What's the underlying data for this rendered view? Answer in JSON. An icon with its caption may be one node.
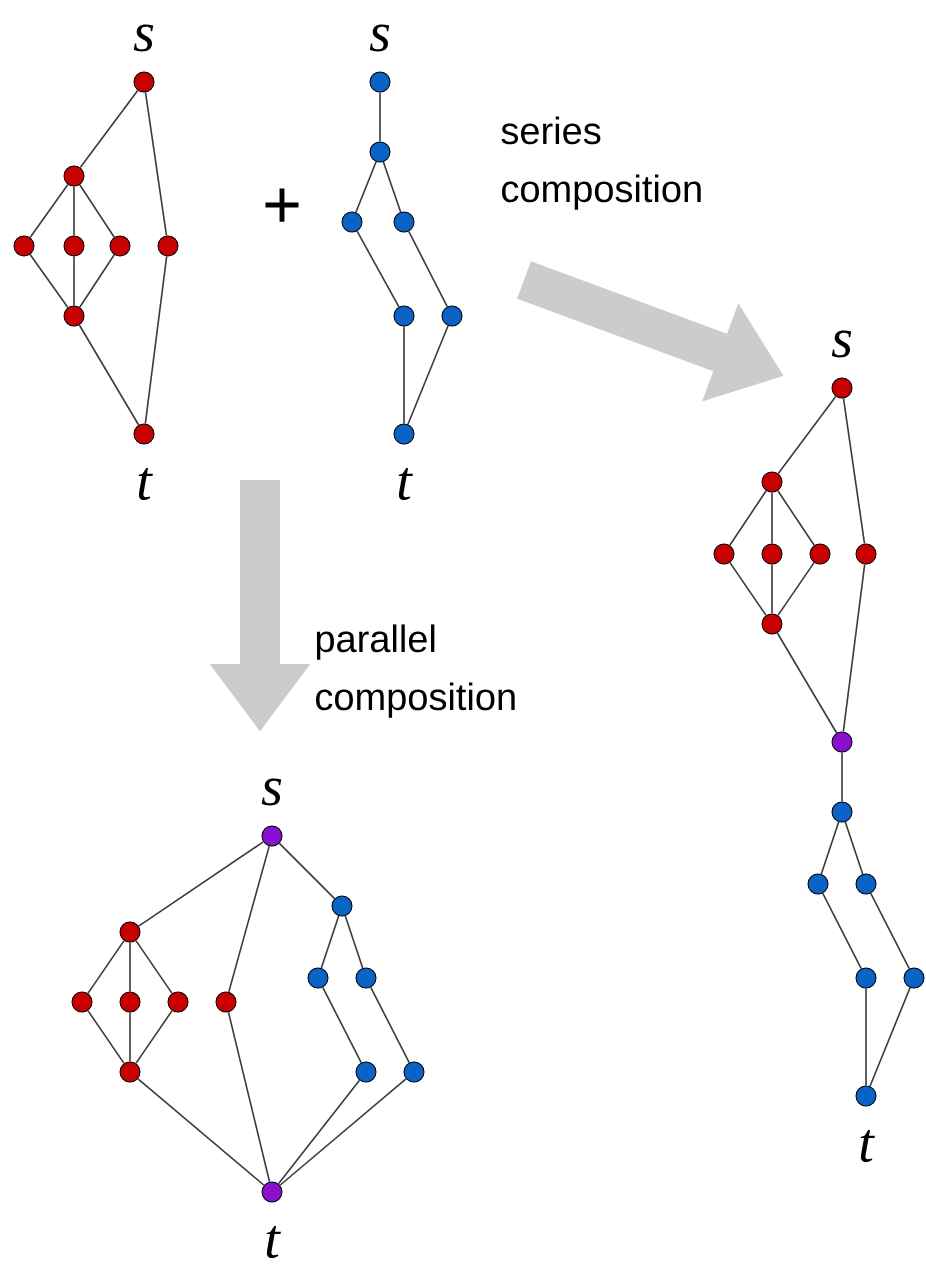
{
  "diagram": {
    "nodes": [
      {
        "text": [],
        "shape": "circle",
        "beside": [
          "s"
        ]
      },
      {
        "text": [],
        "shape": "circle"
      },
      {
        "text": [],
        "shape": "circle"
      },
      {
        "text": [],
        "shape": "circle"
      },
      {
        "text": [],
        "shape": "circle"
      },
      {
        "text": [],
        "shape": "circle"
      },
      {
        "text": [],
        "shape": "circle"
      },
      {
        "text": [],
        "shape": "circle",
        "beside": [
          "t"
        ]
      },
      {
        "text": [],
        "shape": "circle",
        "beside": [
          "s"
        ]
      },
      {
        "text": [],
        "shape": "circle"
      },
      {
        "text": [],
        "shape": "circle"
      },
      {
        "text": [],
        "shape": "circle"
      },
      {
        "text": [],
        "shape": "circle"
      },
      {
        "text": [],
        "shape": "circle"
      },
      {
        "text": [],
        "shape": "circle",
        "beside": [
          "t"
        ]
      },
      {
        "text": [],
        "shape": "circle",
        "beside": [
          "s"
        ]
      },
      {
        "text": [],
        "shape": "circle"
      },
      {
        "text": [],
        "shape": "circle"
      },
      {
        "text": [],
        "shape": "circle"
      },
      {
        "text": [],
        "shape": "circle"
      },
      {
        "text": [],
        "shape": "circle"
      },
      {
        "text": [],
        "shape": "circle"
      },
      {
        "text": [],
        "shape": "circle"
      },
      {
        "text": [],
        "shape": "circle"
      },
      {
        "text": [],
        "shape": "circle"
      },
      {
        "text": [],
        "shape": "circle"
      },
      {
        "text": [],
        "shape": "circle"
      },
      {
        "text": [],
        "shape": "circle"
      },
      {
        "text": [],
        "shape": "circle",
        "beside": [
          "t"
        ]
      },
      {
        "text": [],
        "shape": "circle",
        "beside": [
          "s"
        ]
      },
      {
        "text": [],
        "shape": "circle"
      },
      {
        "text": [],
        "shape": "circle"
      },
      {
        "text": [],
        "shape": "circle"
      },
      {
        "text": [],
        "shape": "circle"
      },
      {
        "text": [],
        "shape": "circle"
      },
      {
        "text": [],
        "shape": "circle"
      },
      {
        "text": [],
        "shape": "circle"
      },
      {
        "text": [],
        "shape": "circle"
      },
      {
        "text": [],
        "shape": "circle"
      },
      {
        "text": [],
        "shape": "circle"
      },
      {
        "text": [],
        "shape": "circle"
      },
      {
        "text": [],
        "shape": "circle",
        "beside": [
          "t"
        ]
      }
    ],
    "edges": [
      {
        "from": 0,
        "to": 1,
        "arrow": "none"
      },
      {
        "from": 0,
        "to": 6,
        "arrow": "none"
      },
      {
        "from": 1,
        "to": 2,
        "arrow": "none"
      },
      {
        "from": 1,
        "to": 3,
        "arrow": "none"
      },
      {
        "from": 1,
        "to": 4,
        "arrow": "none"
      },
      {
        "from": 2,
        "to": 5,
        "arrow": "none"
      },
      {
        "from": 3,
        "to": 5,
        "arrow": "none"
      },
      {
        "from": 4,
        "to": 5,
        "arrow": "none"
      },
      {
        "from": 5,
        "to": 7,
        "arrow": "none"
      },
      {
        "from": 6,
        "to": 7,
        "arrow": "none"
      },
      {
        "from": 8,
        "to": 9,
        "arrow": "none"
      },
      {
        "from": 9,
        "to": 10,
        "arrow": "none"
      },
      {
        "from": 9,
        "to": 11,
        "arrow": "none"
      },
      {
        "from": 10,
        "to": 12,
        "arrow": "none"
      },
      {
        "from": 11,
        "to": 13,
        "arrow": "none"
      },
      {
        "from": 12,
        "to": 14,
        "arrow": "none"
      },
      {
        "from": 13,
        "to": 14,
        "arrow": "none"
      },
      {
        "from": 15,
        "to": 16,
        "arrow": "none"
      },
      {
        "from": 15,
        "to": 21,
        "arrow": "none"
      },
      {
        "from": 16,
        "to": 17,
        "arrow": "none"
      },
      {
        "from": 16,
        "to": 18,
        "arrow": "none"
      },
      {
        "from": 16,
        "to": 19,
        "arrow": "none"
      },
      {
        "from": 17,
        "to": 20,
        "arrow": "none"
      },
      {
        "from": 18,
        "to": 20,
        "arrow": "none"
      },
      {
        "from": 19,
        "to": 20,
        "arrow": "none"
      },
      {
        "from": 20,
        "to": 22,
        "arrow": "none"
      },
      {
        "from": 21,
        "to": 22,
        "arrow": "none"
      },
      {
        "from": 22,
        "to": 23,
        "arrow": "none"
      },
      {
        "from": 23,
        "to": 24,
        "arrow": "none"
      },
      {
        "from": 23,
        "to": 25,
        "arrow": "none"
      },
      {
        "from": 24,
        "to": 26,
        "arrow": "none"
      },
      {
        "from": 25,
        "to": 27,
        "arrow": "none"
      },
      {
        "from": 26,
        "to": 28,
        "arrow": "none"
      },
      {
        "from": 27,
        "to": 28,
        "arrow": "none"
      },
      {
        "from": 29,
        "to": 30,
        "arrow": "none"
      },
      {
        "from": 29,
        "to": 35,
        "arrow": "none"
      },
      {
        "from": 30,
        "to": 31,
        "arrow": "none"
      },
      {
        "from": 30,
        "to": 32,
        "arrow": "none"
      },
      {
        "from": 30,
        "to": 33,
        "arrow": "none"
      },
      {
        "from": 31,
        "to": 34,
        "arrow": "none"
      },
      {
        "from": 32,
        "to": 34,
        "arrow": "none"
      },
      {
        "from": 33,
        "to": 34,
        "arrow": "none"
      },
      {
        "from": 34,
        "to": 41,
        "arrow": "none"
      },
      {
        "from": 35,
        "to": 41,
        "arrow": "none"
      },
      {
        "from": 29,
        "to": 36,
        "arrow": "none"
      },
      {
        "from": 36,
        "to": 37,
        "arrow": "none"
      },
      {
        "from": 36,
        "to": 38,
        "arrow": "none"
      },
      {
        "from": 37,
        "to": 39,
        "arrow": "none"
      },
      {
        "from": 38,
        "to": 40,
        "arrow": "none"
      },
      {
        "from": 39,
        "to": 41,
        "arrow": "none"
      },
      {
        "from": 40,
        "to": 41,
        "arrow": "none"
      }
    ],
    "labels": [
      "+",
      "series composition",
      "parallel composition"
    ]
  }
}
